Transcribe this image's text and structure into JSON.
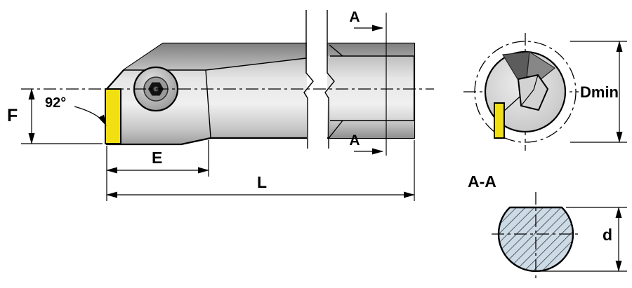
{
  "drawing": {
    "labels": {
      "section_arrow_top": "A",
      "section_arrow_bottom": "A",
      "angle": "92°",
      "dim_F": "F",
      "dim_E": "E",
      "dim_L": "L",
      "dim_Dmin": "Dmin",
      "section_name": "A-A",
      "dim_d": "d"
    },
    "colors": {
      "insert_yellow": "#f2df12",
      "section_fill": "#ccdbe6",
      "line": "#000000",
      "background": "#ffffff"
    }
  }
}
